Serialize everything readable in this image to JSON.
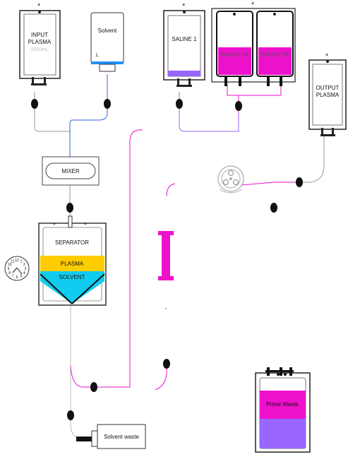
{
  "diagram": {
    "input_bag": {
      "line1": "INPUT",
      "line2": "PLASMA",
      "volume": "1000mL"
    },
    "solvent_bottle": {
      "label": "Solvent",
      "marker": "L"
    },
    "saline1": {
      "label": "SALINE 1"
    },
    "saline2a": {
      "label": "SALINE 2A"
    },
    "saline2b": {
      "label": "SALINE 2B"
    },
    "output_bag": {
      "line1": "OUTPUT",
      "line2": "PLASMA"
    },
    "mixer": {
      "label": "MIXER"
    },
    "separator": {
      "label": "SEPARATOR",
      "plasma_layer": "PLASMA",
      "solvent_layer": "SOLVENT"
    },
    "solvent_waste": {
      "label": "Solvent waste"
    },
    "prime_waste": {
      "label": "Prime Waste"
    },
    "timer": {
      "numerals": [
        "12",
        "1",
        "2",
        "3",
        "4",
        "5",
        "6",
        "7",
        "8",
        "9",
        "10",
        "11"
      ]
    },
    "colors": {
      "blue_line": "#3366dd",
      "magenta": "#ee11cc",
      "purple": "#9966ff",
      "plasma_yellow": "#ffcc00",
      "solvent_cyan": "#11ccee",
      "solvent_bar": "#1e90ff"
    }
  }
}
